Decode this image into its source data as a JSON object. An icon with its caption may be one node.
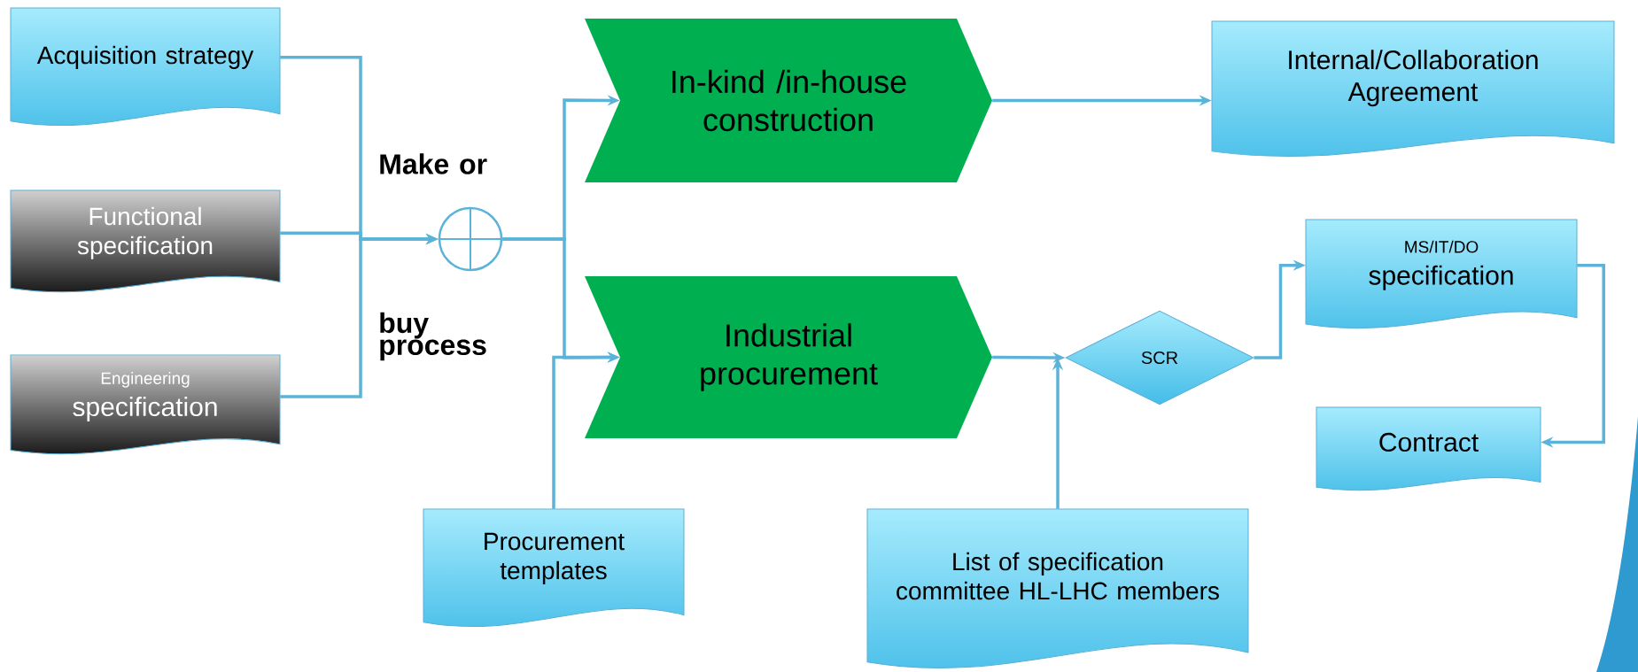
{
  "diagram": {
    "nodes": [
      {
        "text": [
          "Acquisition strategy"
        ]
      },
      {
        "text": [
          "Functional specification"
        ]
      },
      {
        "text": [
          "Engineering",
          "specification"
        ]
      },
      {
        "text": [],
        "shape": "circle",
        "beside": [
          "Make or",
          "buy process"
        ]
      },
      {
        "text": [
          "In-kind /in-house construction"
        ]
      },
      {
        "text": [
          "Industrial procurement"
        ]
      },
      {
        "text": [
          "Internal/Collaboration Agreement"
        ]
      },
      {
        "text": [
          "MS/IT/DO",
          "specification"
        ]
      },
      {
        "text": [
          "SCR"
        ]
      },
      {
        "text": [
          "Contract"
        ]
      },
      {
        "text": [
          "Procurement templates"
        ]
      },
      {
        "text": [
          "List of specification committee HL-LHC members"
        ]
      }
    ],
    "edges": [
      {
        "from": 0,
        "to": 3,
        "arrow": "to"
      },
      {
        "from": 1,
        "to": 3,
        "arrow": "to"
      },
      {
        "from": 2,
        "to": 3,
        "arrow": "to"
      },
      {
        "from": 3,
        "to": 4,
        "arrow": "to"
      },
      {
        "from": 3,
        "to": 5,
        "arrow": "to"
      },
      {
        "from": 10,
        "to": 5,
        "arrow": "to"
      },
      {
        "from": 4,
        "to": 6,
        "arrow": "to"
      },
      {
        "from": 5,
        "to": 8,
        "arrow": "to"
      },
      {
        "from": 11,
        "to": 8,
        "arrow": "to"
      },
      {
        "from": 8,
        "to": 7,
        "arrow": "to"
      },
      {
        "from": 7,
        "to": 9,
        "arrow": "to"
      }
    ]
  }
}
